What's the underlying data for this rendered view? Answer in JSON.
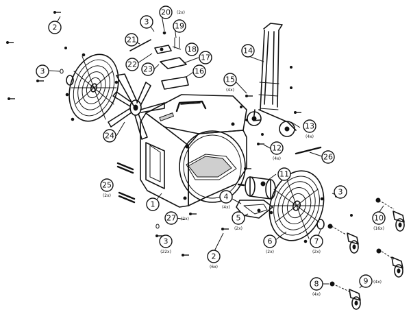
{
  "callouts": [
    {
      "num": "1",
      "qty": ""
    },
    {
      "num": "2",
      "qty": ""
    },
    {
      "num": "2",
      "qty": "(6x)"
    },
    {
      "num": "3",
      "qty": ""
    },
    {
      "num": "3",
      "qty": ""
    },
    {
      "num": "3",
      "qty": "(22x)"
    },
    {
      "num": "3",
      "qty": ""
    },
    {
      "num": "4",
      "qty": "(4x)"
    },
    {
      "num": "5",
      "qty": "(2x)"
    },
    {
      "num": "6",
      "qty": "(2x)"
    },
    {
      "num": "7",
      "qty": "(2x)"
    },
    {
      "num": "8",
      "qty": "(4x)"
    },
    {
      "num": "9",
      "qty": "(4x)"
    },
    {
      "num": "10",
      "qty": "(16x)"
    },
    {
      "num": "11",
      "qty": ""
    },
    {
      "num": "12",
      "qty": "(4x)"
    },
    {
      "num": "13",
      "qty": "(4x)"
    },
    {
      "num": "14",
      "qty": ""
    },
    {
      "num": "15",
      "qty": "(4x)"
    },
    {
      "num": "16",
      "qty": ""
    },
    {
      "num": "17",
      "qty": ""
    },
    {
      "num": "18",
      "qty": ""
    },
    {
      "num": "19",
      "qty": ""
    },
    {
      "num": "20",
      "qty": "(2x)"
    },
    {
      "num": "21",
      "qty": ""
    },
    {
      "num": "22",
      "qty": ""
    },
    {
      "num": "23",
      "qty": ""
    },
    {
      "num": "24",
      "qty": ""
    },
    {
      "num": "25",
      "qty": "(2x)"
    },
    {
      "num": "26",
      "qty": ""
    },
    {
      "num": "27",
      "qty": "(2x)"
    }
  ]
}
